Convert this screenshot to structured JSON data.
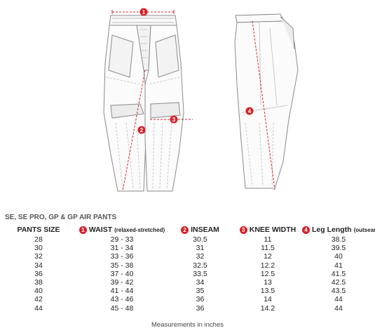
{
  "title": "SE, SE PRO, GP & GP AIR PANTS",
  "headers": [
    {
      "num": "",
      "label": "PANTS SIZE",
      "sub": ""
    },
    {
      "num": "1",
      "label": "WAIST",
      "sub": "(relaxed-stretched)"
    },
    {
      "num": "2",
      "label": "INSEAM",
      "sub": ""
    },
    {
      "num": "3",
      "label": "KNEE WIDTH",
      "sub": ""
    },
    {
      "num": "4",
      "label": "Leg Length",
      "sub": "(outseam)"
    }
  ],
  "rows": [
    [
      "28",
      "29 - 33",
      "30.5",
      "11",
      "38.5"
    ],
    [
      "30",
      "31 - 34",
      "31",
      "11.5",
      "39.5"
    ],
    [
      "32",
      "33 - 36",
      "32",
      "12",
      "40"
    ],
    [
      "34",
      "35 - 38",
      "32.5",
      "12.2",
      "41"
    ],
    [
      "36",
      "37 - 40",
      "33.5",
      "12.5",
      "41.5"
    ],
    [
      "38",
      "39 - 42",
      "34",
      "13",
      "42.5"
    ],
    [
      "40",
      "41 - 44",
      "35",
      "13.5",
      "43.5"
    ],
    [
      "42",
      "43 - 46",
      "36",
      "14",
      "44"
    ],
    [
      "44",
      "45 - 48",
      "36",
      "14.2",
      "44"
    ]
  ],
  "markers": {
    "waist": "1",
    "inseam": "2",
    "knee": "3",
    "leg": "4"
  },
  "footnote": "Measurements in inches",
  "colors": {
    "accent": "#d62027",
    "outline": "#8a8a8a",
    "text": "#222222"
  }
}
